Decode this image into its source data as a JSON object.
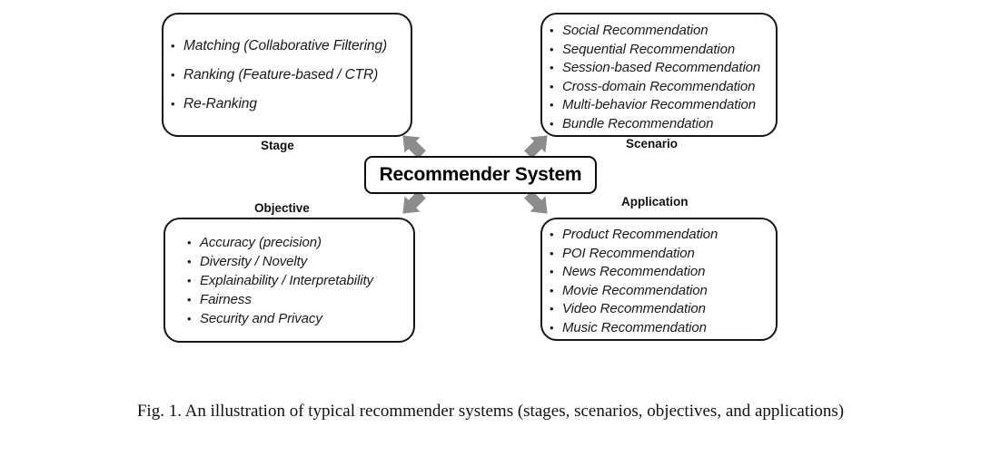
{
  "figure": {
    "caption": "Fig. 1.  An illustration of typical recommender systems (stages, scenarios, objectives, and applications)",
    "center_node": "Recommender System",
    "colors": {
      "box_border": "#161616",
      "text": "#1a1a1a",
      "arrow_fill": "#8c8c8c",
      "background": "#ffffff"
    }
  },
  "categories": {
    "stage": {
      "label": "Stage",
      "items": [
        "Matching (Collaborative Filtering)",
        "Ranking (Feature-based / CTR)",
        "Re-Ranking"
      ]
    },
    "scenario": {
      "label": "Scenario",
      "items": [
        "Social Recommendation",
        "Sequential Recommendation",
        "Session-based Recommendation",
        "Cross-domain Recommendation",
        "Multi-behavior Recommendation",
        "Bundle Recommendation"
      ]
    },
    "objective": {
      "label": "Objective",
      "items": [
        "Accuracy (precision)",
        "Diversity / Novelty",
        "Explainability / Interpretability",
        "Fairness",
        "Security and Privacy"
      ]
    },
    "application": {
      "label": "Application",
      "items": [
        "Product Recommendation",
        "POI Recommendation",
        "News Recommendation",
        "Movie Recommendation",
        "Video Recommendation",
        "Music Recommendation"
      ]
    }
  }
}
